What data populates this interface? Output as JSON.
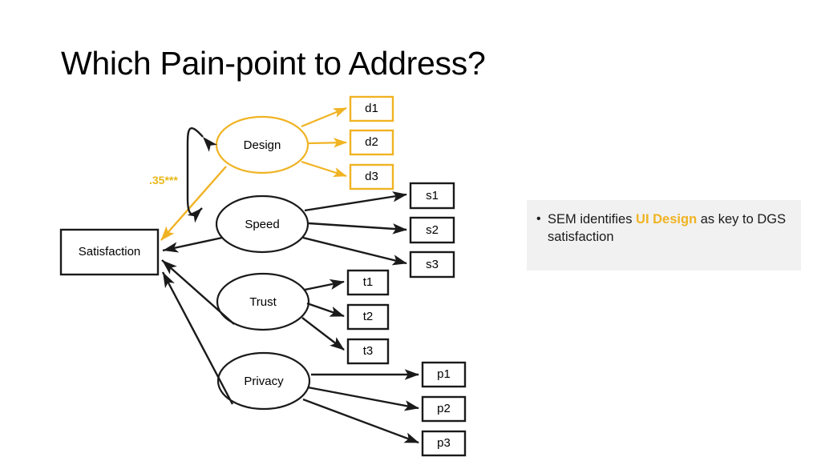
{
  "slide": {
    "title": "Which Pain-point to Address?",
    "background": "#ffffff"
  },
  "colors": {
    "accent_gold": "#f0b323",
    "accent_gold_dark": "#e8b818",
    "node_stroke": "#1a1a1a",
    "callout_bg": "#f1f1f1",
    "text": "#000000"
  },
  "diagram": {
    "type": "sem-path-diagram",
    "outcome": {
      "label": "Satisfaction",
      "shape": "rectangle",
      "color": "#1a1a1a"
    },
    "latent_factors": [
      {
        "id": "design",
        "label": "Design",
        "shape": "ellipse",
        "color": "#f0b323",
        "highlighted": true,
        "indicators": [
          "d1",
          "d2",
          "d3"
        ],
        "indicator_color": "#f0b323"
      },
      {
        "id": "speed",
        "label": "Speed",
        "shape": "ellipse",
        "color": "#1a1a1a",
        "highlighted": false,
        "indicators": [
          "s1",
          "s2",
          "s3"
        ],
        "indicator_color": "#1a1a1a"
      },
      {
        "id": "trust",
        "label": "Trust",
        "shape": "ellipse",
        "color": "#1a1a1a",
        "highlighted": false,
        "indicators": [
          "t1",
          "t2",
          "t3"
        ],
        "indicator_color": "#1a1a1a"
      },
      {
        "id": "privacy",
        "label": "Privacy",
        "shape": "ellipse",
        "color": "#1a1a1a",
        "highlighted": false,
        "indicators": [
          "p1",
          "p2",
          "p3"
        ],
        "indicator_color": "#1a1a1a"
      }
    ],
    "path_coefficient": {
      "label": ".35***",
      "value": 0.35,
      "significance": "***",
      "from": "design",
      "to": "satisfaction",
      "color": "#e8b818"
    },
    "covariance": {
      "between": [
        "design",
        "speed"
      ],
      "style": "double-headed-curved-arrow",
      "color": "#1a1a1a"
    }
  },
  "callout": {
    "bullet": "•",
    "text_before": "SEM identifies ",
    "highlight": "UI Design",
    "text_after": " as key to DGS satisfaction",
    "background": "#f1f1f1"
  }
}
